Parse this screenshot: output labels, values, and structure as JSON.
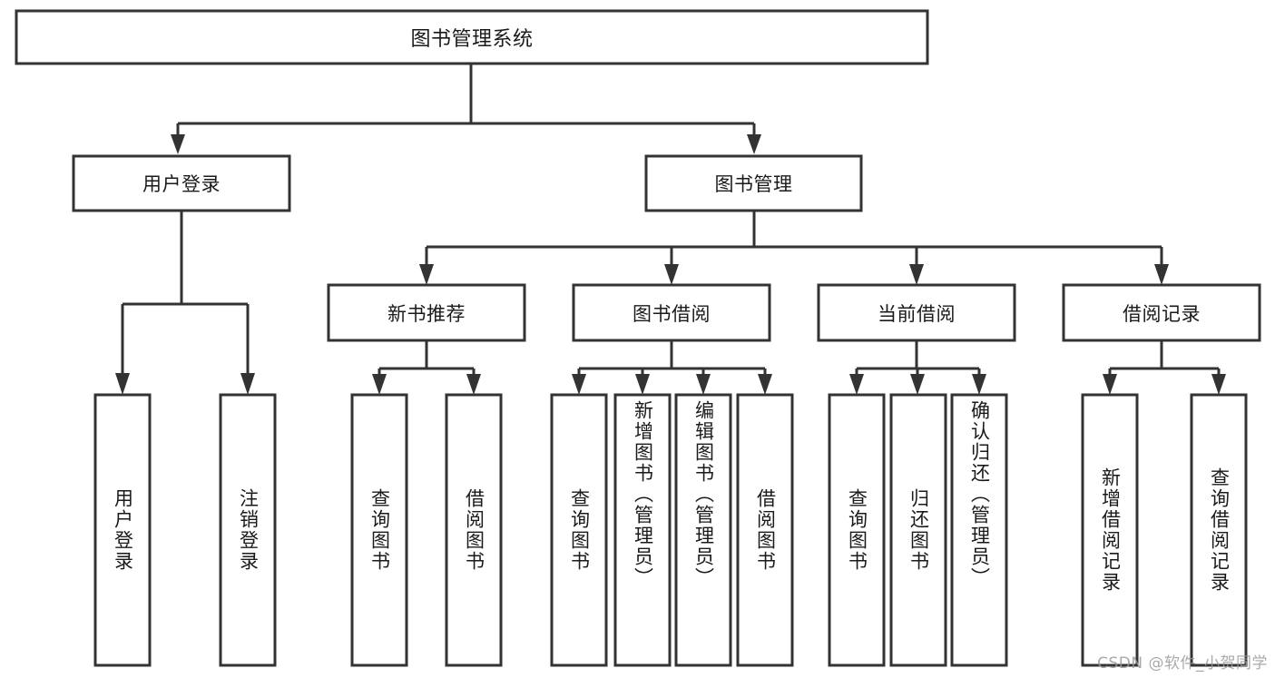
{
  "diagram": {
    "type": "tree-hierarchy",
    "title": "图书管理系统",
    "colors": {
      "stroke": "#333333",
      "fill": "#ffffff",
      "text": "#1a1a1a",
      "watermark": "#9b9b9b"
    },
    "root": {
      "label": "图书管理系统"
    },
    "level1": [
      {
        "label": "用户登录"
      },
      {
        "label": "图书管理"
      }
    ],
    "level2": [
      {
        "label": "新书推荐"
      },
      {
        "label": "图书借阅"
      },
      {
        "label": "当前借阅"
      },
      {
        "label": "借阅记录"
      }
    ],
    "leaves": {
      "user_login": [
        {
          "label": "用户登录"
        },
        {
          "label": "注销登录"
        }
      ],
      "new_book_recommend": [
        {
          "label": "查询图书"
        },
        {
          "label": "借阅图书"
        }
      ],
      "book_borrow": [
        {
          "label": "查询图书"
        },
        {
          "label": "新增图书（管理员）"
        },
        {
          "label": "编辑图书（管理员）"
        },
        {
          "label": "借阅图书"
        }
      ],
      "current_borrow": [
        {
          "label": "查询图书"
        },
        {
          "label": "归还图书"
        },
        {
          "label": "确认归还（管理员）"
        }
      ],
      "borrow_record": [
        {
          "label": "新增借阅记录"
        },
        {
          "label": "查询借阅记录"
        }
      ]
    }
  },
  "watermark": {
    "text": "CSDN @软件_小贺同学"
  }
}
